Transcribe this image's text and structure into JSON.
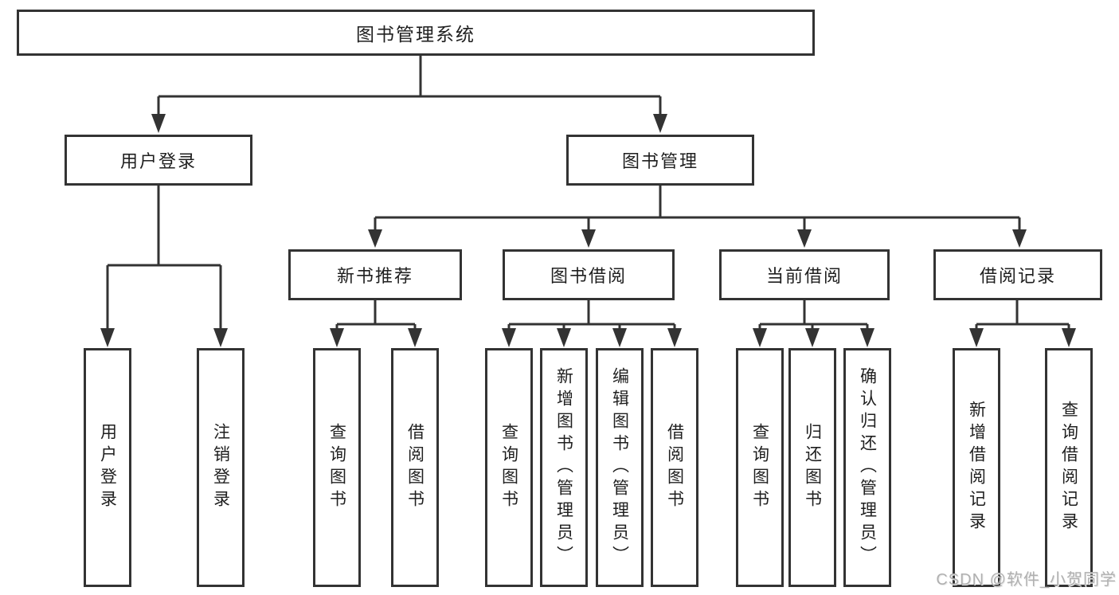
{
  "palette": {
    "background": "#ffffff",
    "line_color": "#333333",
    "box_border_color": "#333333",
    "box_fill": "#ffffff",
    "text_color": "#1f1f1f",
    "watermark_color": "#b0b0b0"
  },
  "tree": {
    "label": "图书管理系统",
    "children": [
      {
        "label": "用户登录",
        "children": [
          {
            "label": "用户登录"
          },
          {
            "label": "注销登录"
          }
        ]
      },
      {
        "label": "图书管理",
        "children": [
          {
            "label": "新书推荐",
            "children": [
              {
                "label": "查询图书"
              },
              {
                "label": "借阅图书"
              }
            ]
          },
          {
            "label": "图书借阅",
            "children": [
              {
                "label": "查询图书"
              },
              {
                "label": "新增图书（管理员）"
              },
              {
                "label": "编辑图书（管理员）"
              },
              {
                "label": "借阅图书"
              }
            ]
          },
          {
            "label": "当前借阅",
            "children": [
              {
                "label": "查询图书"
              },
              {
                "label": "归还图书"
              },
              {
                "label": "确认归还（管理员）"
              }
            ]
          },
          {
            "label": "借阅记录",
            "children": [
              {
                "label": "新增借阅记录"
              },
              {
                "label": "查询借阅记录"
              }
            ]
          }
        ]
      }
    ]
  },
  "watermark": {
    "text": "CSDN @软件_小贺同学"
  }
}
